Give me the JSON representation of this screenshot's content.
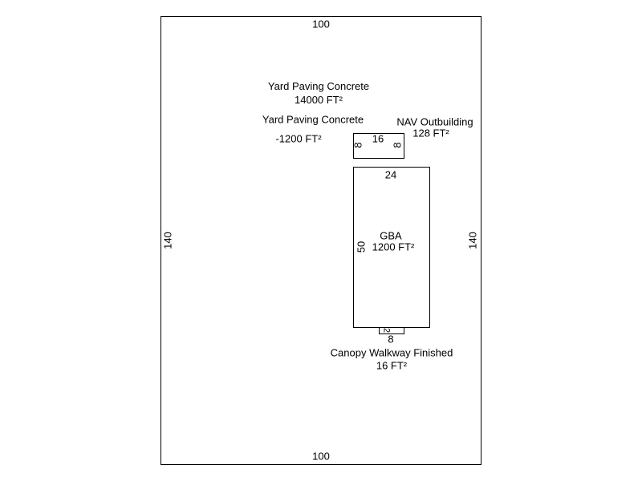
{
  "lot": {
    "top": "100",
    "bottom": "100",
    "left": "140",
    "right": "140"
  },
  "yard_paving_1": {
    "name": "Yard Paving Concrete",
    "area": "14000 FT²"
  },
  "yard_paving_2": {
    "name": "Yard Paving Concrete",
    "area": "-1200 FT²"
  },
  "nav_outbuilding": {
    "name": "NAV Outbuilding",
    "area": "128 FT²",
    "top": "16",
    "left": "8",
    "right": "8"
  },
  "gba": {
    "name": "GBA",
    "area": "1200 FT²",
    "top": "24",
    "left": "50"
  },
  "canopy": {
    "name": "Canopy Walkway Finished",
    "area": "16 FT²",
    "bottom": "8",
    "side": "2"
  }
}
